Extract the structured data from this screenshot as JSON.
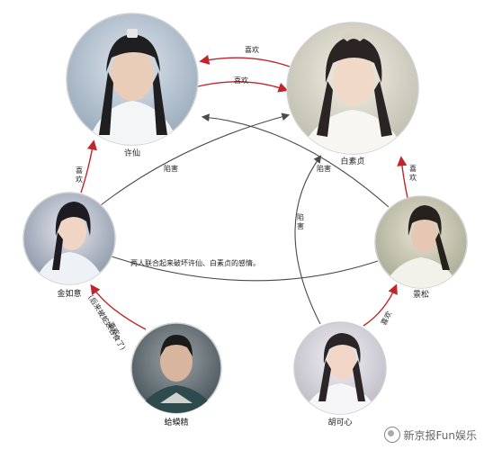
{
  "characters": {
    "xuxian": {
      "name": "许仙"
    },
    "baisuzhen": {
      "name": "白素贞"
    },
    "jinruyi": {
      "name": "金如意"
    },
    "jingsong": {
      "name": "景松"
    },
    "geipo": {
      "name": "蛤蟆精"
    },
    "hukexin": {
      "name": "胡可心"
    }
  },
  "relations": {
    "bai_to_xu": "喜欢",
    "xu_to_bai": "喜欢",
    "jinruyi_to_xu": "喜欢",
    "jinruyi_frame": "陷害",
    "hukexin_frame": "陷害",
    "jingsong_frame": "陷害",
    "jingsong_to_bai": "喜欢",
    "joint_plot": "两人联合起来破坏许仙、白素贞的感情。",
    "geipo_to_jinruyi": "喜欢",
    "geipo_note": "(后来被蛇妖吞食了)",
    "hukexin_to_jingsong": "喜欢"
  },
  "colors": {
    "arrow_red": "#c0262c",
    "arrow_dark": "#4a4a4a",
    "circle_border": "#cfcfcf"
  },
  "watermark": "新京报Fun娱乐"
}
